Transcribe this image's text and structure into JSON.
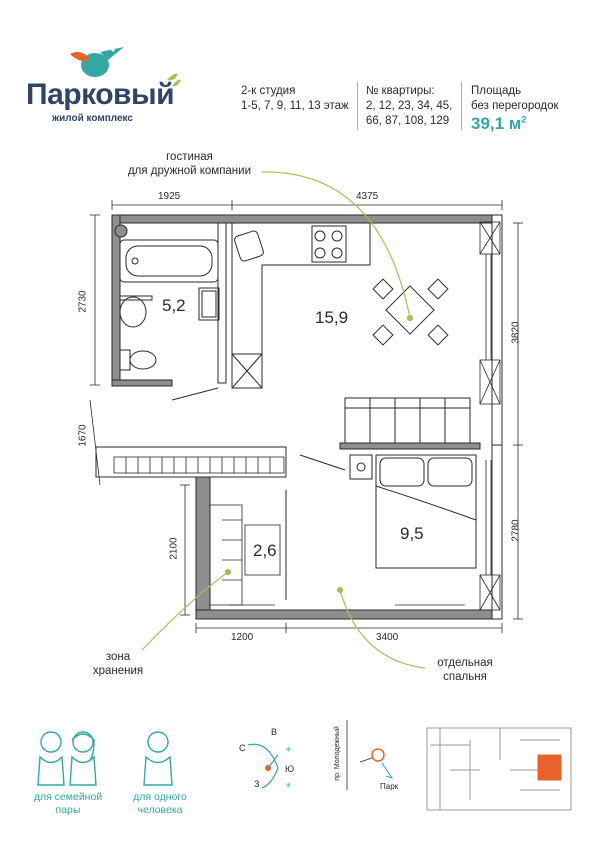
{
  "brand": {
    "name": "Парковый",
    "subtitle": "жилой комплекс"
  },
  "header": {
    "type_line1": "2-к студия",
    "type_line2": "1-5, 7, 9, 11, 13 этаж",
    "apts_line1": "№ квартиры:",
    "apts_line2": "2, 12, 23, 34, 45,",
    "apts_line3": "66, 87, 108, 129",
    "area_line1": "Площадь",
    "area_line2": "без перегородок",
    "area_value": "39,1 м",
    "area_unit_sup": "2"
  },
  "annotations": {
    "living_line1": "гостиная",
    "living_line2": "для дружной компании",
    "storage_line1": "зона",
    "storage_line2": "хранения",
    "bedroom_line1": "отдельная",
    "bedroom_line2": "спальня"
  },
  "dimensions": {
    "top_left": "1925",
    "top_right": "4375",
    "left_upper": "2730",
    "left_middle": "1670",
    "left_lower": "2100",
    "right_upper": "3820",
    "right_lower": "2780",
    "bottom_left": "1200",
    "bottom_right": "3400"
  },
  "rooms": {
    "bathroom": "5,2",
    "living": "15,9",
    "storage": "2,6",
    "bedroom": "9,5"
  },
  "compass": {
    "north": "В",
    "west": "С",
    "south": "З",
    "east": "Ю"
  },
  "site": {
    "street": "пр. Молодежный",
    "park": "Парк"
  },
  "audience": {
    "family_line1": "для семейной",
    "family_line2": "пары",
    "single_line1": "для одного",
    "single_line2": "человека"
  },
  "colors": {
    "brand_navy": "#2f4566",
    "teal": "#35a7a3",
    "orange": "#e8622c",
    "green": "#9fc35a"
  }
}
